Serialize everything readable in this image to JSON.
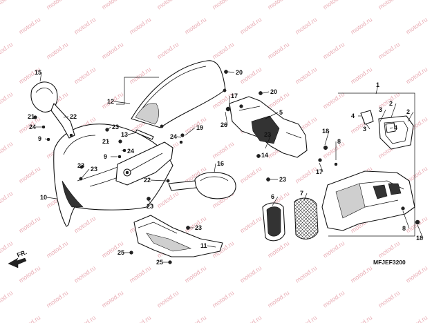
{
  "watermark": "motod.ru",
  "diagram_code": "MFJEF3200",
  "direction_label": "FR.",
  "callouts": [
    "1",
    "2",
    "2",
    "3",
    "3",
    "4",
    "4",
    "5",
    "6",
    "7",
    "8",
    "8",
    "9",
    "9",
    "10",
    "11",
    "12",
    "13",
    "14",
    "15",
    "16",
    "17",
    "17",
    "18",
    "18",
    "19",
    "20",
    "20",
    "21",
    "21",
    "22",
    "22",
    "23",
    "23",
    "23",
    "23",
    "23",
    "23",
    "23",
    "24",
    "24",
    "24",
    "25",
    "25",
    "26"
  ]
}
